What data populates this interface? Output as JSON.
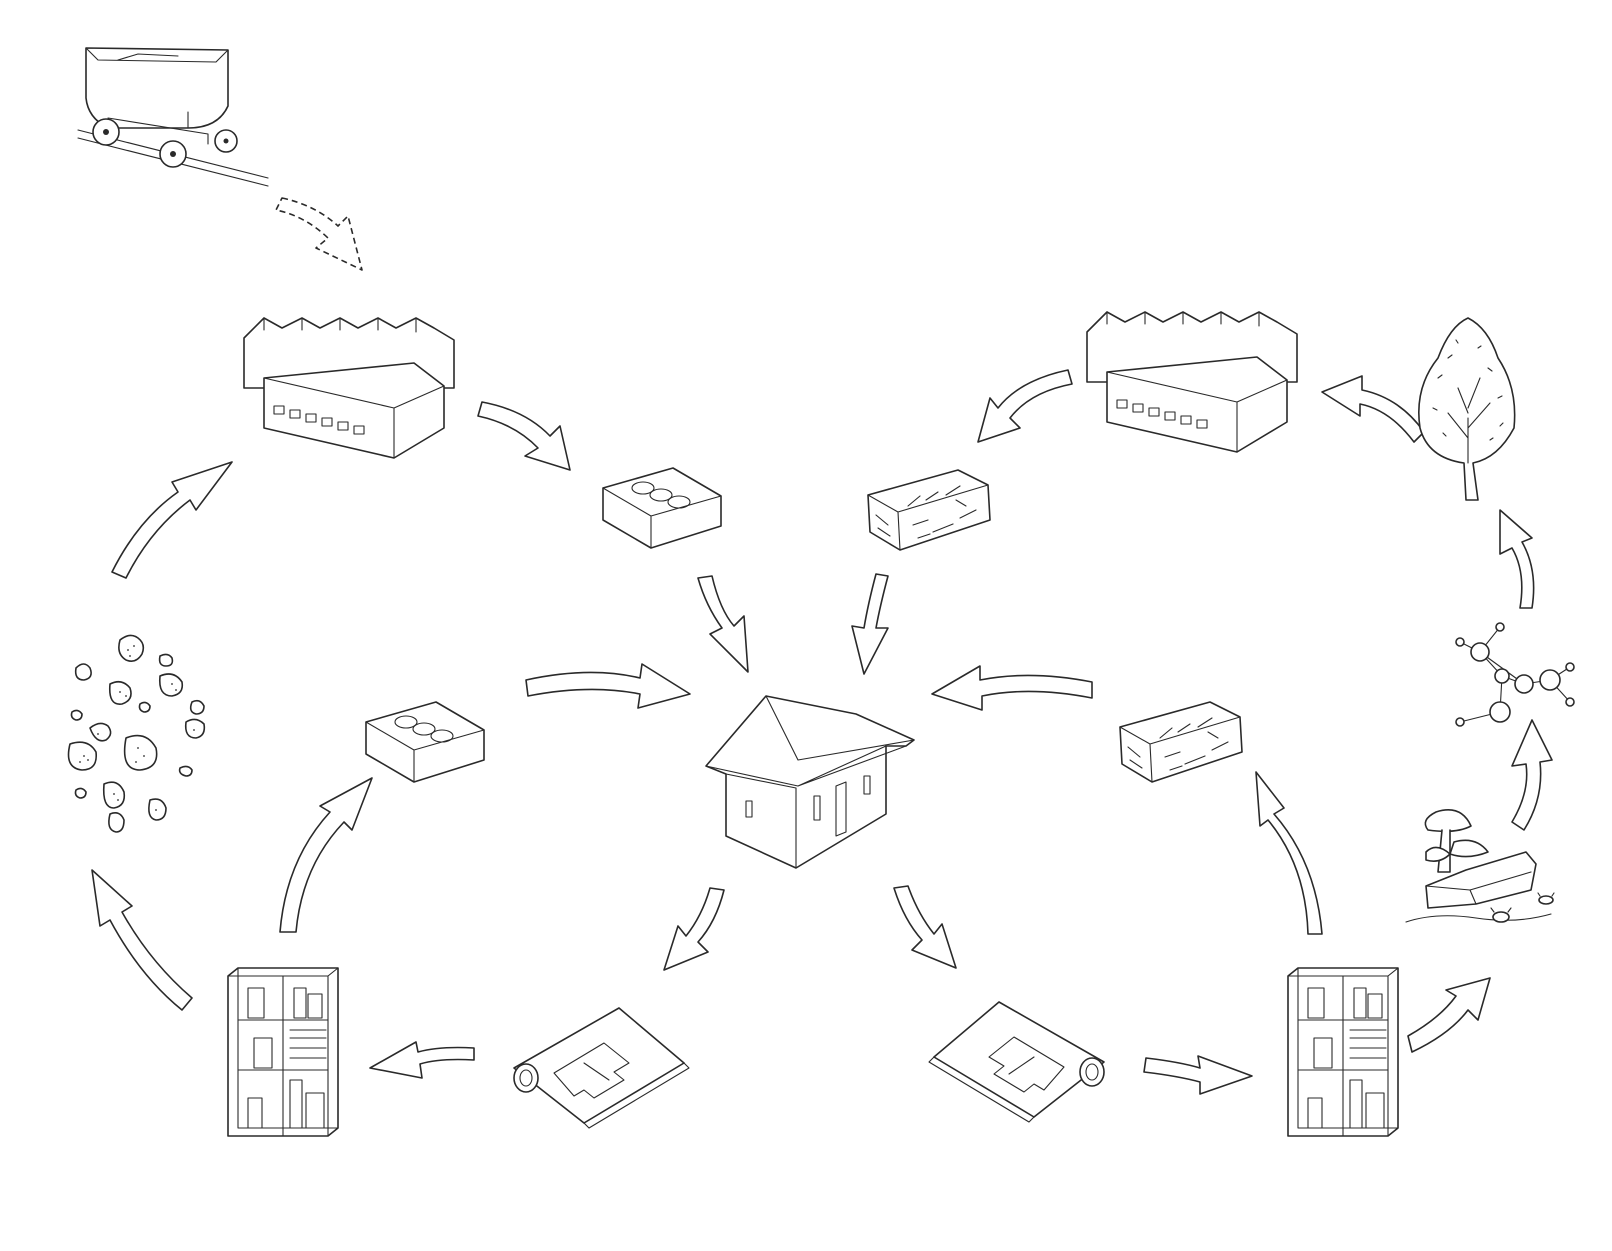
{
  "diagram": {
    "colors": {
      "stroke": "#2a2a2a",
      "background": "#ffffff"
    },
    "nodes": [
      {
        "id": "mine-cart",
        "icon": "mine-cart-icon"
      },
      {
        "id": "factory-left",
        "icon": "factory-icon"
      },
      {
        "id": "brick-new",
        "icon": "brick-icon"
      },
      {
        "id": "timber-new",
        "icon": "timber-block-icon"
      },
      {
        "id": "factory-right",
        "icon": "factory-icon"
      },
      {
        "id": "tree",
        "icon": "tree-icon"
      },
      {
        "id": "house",
        "icon": "house-icon"
      },
      {
        "id": "rubble",
        "icon": "rubble-icon"
      },
      {
        "id": "brick-reused",
        "icon": "brick-icon"
      },
      {
        "id": "timber-reused",
        "icon": "timber-block-icon"
      },
      {
        "id": "molecule",
        "icon": "molecule-icon"
      },
      {
        "id": "decomposition",
        "icon": "mushroom-decomposition-icon"
      },
      {
        "id": "shelf-left",
        "icon": "bookshelf-icon"
      },
      {
        "id": "shelf-right",
        "icon": "bookshelf-icon"
      },
      {
        "id": "plan-left",
        "icon": "blueprint-roll-icon"
      },
      {
        "id": "plan-right",
        "icon": "blueprint-roll-icon"
      }
    ],
    "edges": [
      {
        "from": "mine-cart",
        "to": "factory-left",
        "style": "dashed"
      },
      {
        "from": "factory-left",
        "to": "brick-new"
      },
      {
        "from": "brick-new",
        "to": "house"
      },
      {
        "from": "timber-new",
        "to": "house"
      },
      {
        "from": "factory-right",
        "to": "timber-new"
      },
      {
        "from": "tree",
        "to": "factory-right"
      },
      {
        "from": "molecule",
        "to": "tree"
      },
      {
        "from": "decomposition",
        "to": "molecule"
      },
      {
        "from": "shelf-right",
        "to": "decomposition"
      },
      {
        "from": "plan-right",
        "to": "shelf-right"
      },
      {
        "from": "house",
        "to": "plan-right"
      },
      {
        "from": "house",
        "to": "plan-left"
      },
      {
        "from": "plan-left",
        "to": "shelf-left"
      },
      {
        "from": "shelf-left",
        "to": "rubble"
      },
      {
        "from": "rubble",
        "to": "factory-left"
      },
      {
        "from": "shelf-left",
        "to": "brick-reused"
      },
      {
        "from": "brick-reused",
        "to": "house"
      },
      {
        "from": "shelf-right",
        "to": "timber-reused"
      },
      {
        "from": "timber-reused",
        "to": "house"
      }
    ]
  }
}
